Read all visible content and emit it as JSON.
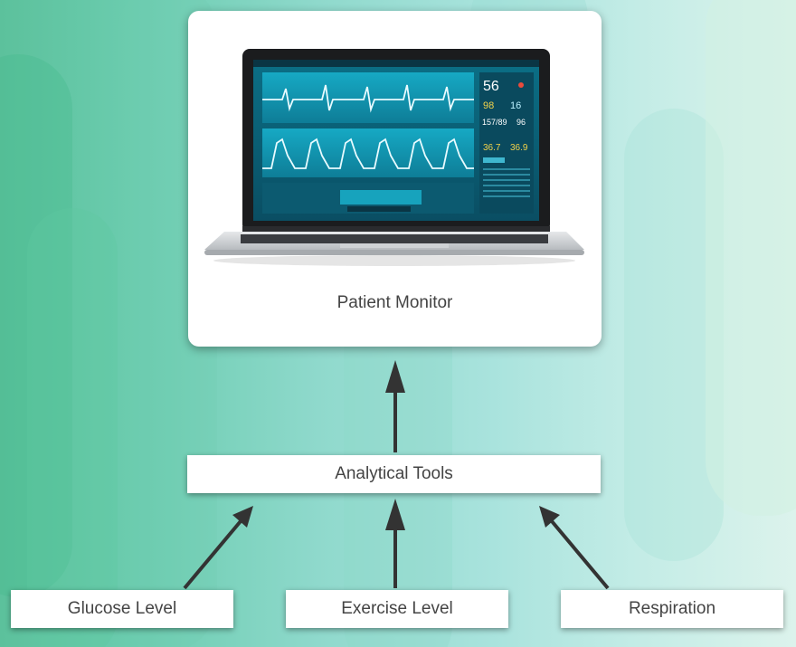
{
  "diagram": {
    "monitor": {
      "caption": "Patient Monitor"
    },
    "hub": {
      "label": "Analytical Tools"
    },
    "inputs": [
      {
        "label": "Glucose Level"
      },
      {
        "label": "Exercise Level"
      },
      {
        "label": "Respiration"
      }
    ],
    "screen_readouts": {
      "heart_rate": "56",
      "spo2": "98",
      "resp_rate": "16",
      "blood_pressure": "157/89",
      "bp_mean": "96",
      "temp_1": "36.7",
      "temp_2": "36.9"
    }
  },
  "colors": {
    "arrow": "#333333",
    "box": "#ffffff",
    "text": "#444444",
    "screen_accent": "#1fb9d1"
  }
}
